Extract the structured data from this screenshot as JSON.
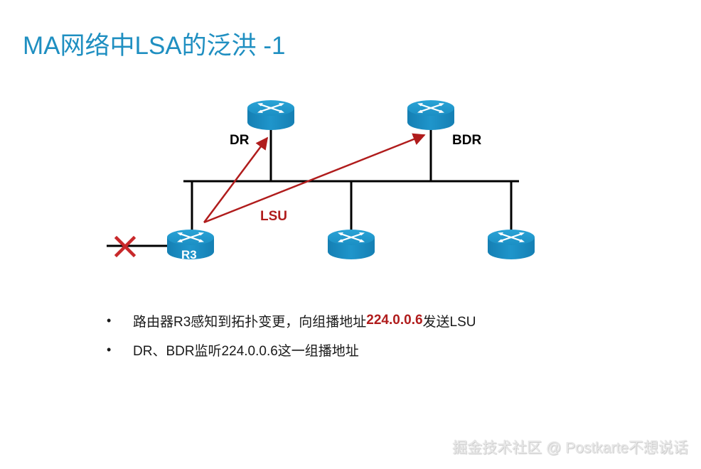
{
  "title": "MA网络中LSA的泛洪 -1",
  "diagram": {
    "routers": [
      {
        "id": "dr",
        "label": "DR"
      },
      {
        "id": "bdr",
        "label": "BDR"
      },
      {
        "id": "r3",
        "label": "R3"
      },
      {
        "id": "r4",
        "label": ""
      },
      {
        "id": "r5",
        "label": ""
      }
    ],
    "lsu_label": "LSU",
    "colors": {
      "router": "#1b93c9",
      "arrow": "#b01c1c",
      "link": "#000000",
      "fail_mark": "#c8282a"
    },
    "icons": [
      "router-icon",
      "link-failure-x-icon"
    ]
  },
  "bullets": [
    {
      "text_before": "路由器R3感知到拓扑变更，向组播地址",
      "highlight": "224.0.0.6",
      "text_after": "发送LSU"
    },
    {
      "text_before": "DR、BDR监听224.0.0.6这一组播地址",
      "highlight": "",
      "text_after": ""
    }
  ],
  "watermark": "掘金技术社区 @ Postkarte不想说话"
}
